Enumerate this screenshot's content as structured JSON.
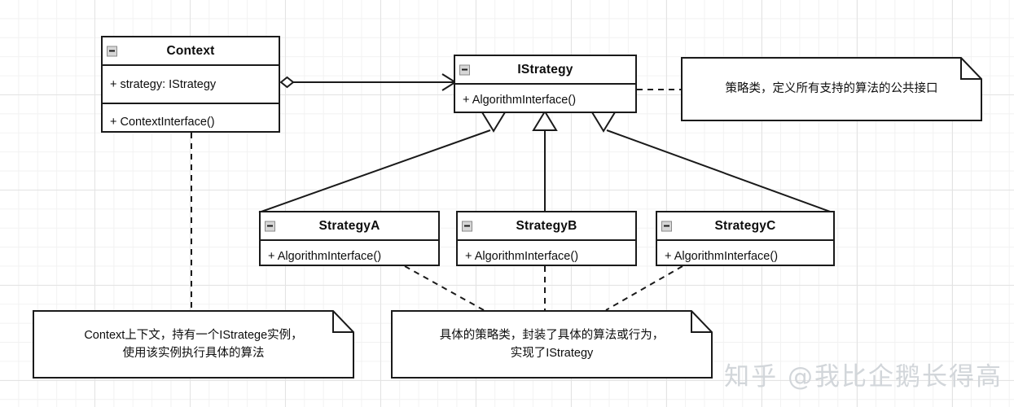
{
  "diagram": {
    "title": "Strategy Pattern UML Class Diagram",
    "background": "#ffffff",
    "grid_color": "#e3e3e3",
    "line_color": "#1a1a1a"
  },
  "classes": {
    "context": {
      "name": "Context",
      "collapse_icon": "minus-icon",
      "attribute": "+ strategy: IStrategy",
      "operation": "+ ContextInterface()"
    },
    "istrategy": {
      "name": "IStrategy",
      "collapse_icon": "minus-icon",
      "operation": "+ AlgorithmInterface()"
    },
    "strategy_a": {
      "name": "StrategyA",
      "collapse_icon": "minus-icon",
      "operation": "+ AlgorithmInterface()"
    },
    "strategy_b": {
      "name": "StrategyB",
      "collapse_icon": "minus-icon",
      "operation": "+ AlgorithmInterface()"
    },
    "strategy_c": {
      "name": "StrategyC",
      "collapse_icon": "minus-icon",
      "operation": "+ AlgorithmInterface()"
    }
  },
  "notes": {
    "istrategy_note": {
      "line1": "策略类，定义所有支持的算法的公共接口"
    },
    "context_note": {
      "line1": "Context上下文，持有一个IStratege实例，",
      "line2": "使用该实例执行具体的算法"
    },
    "strategies_note": {
      "line1": "具体的策略类，封装了具体的算法或行为，",
      "line2": "实现了IStrategy"
    }
  },
  "relations": {
    "aggregation": "Context o-> IStrategy",
    "generalization_a": "StrategyA --|> IStrategy",
    "generalization_b": "StrategyB --|> IStrategy",
    "generalization_c": "StrategyC --|> IStrategy"
  },
  "watermark": {
    "text": "知乎 @我比企鹅长得高"
  }
}
